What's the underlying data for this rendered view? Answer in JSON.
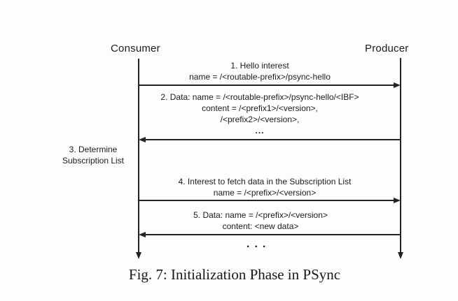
{
  "figure": {
    "actors": [
      {
        "label": "Consumer"
      },
      {
        "label": "Producer"
      }
    ],
    "messages": [
      {
        "num": "1",
        "direction": "consumer-to-producer",
        "lines": [
          "1. Hello interest",
          "name = /<routable-prefix>/psync-hello"
        ]
      },
      {
        "num": "2",
        "direction": "producer-to-consumer",
        "lines": [
          "2. Data: name = /<routable-prefix>/psync-hello/<IBF>",
          "content = /<prefix1>/<version>,",
          "/<prefix2>/<version>,",
          "..."
        ]
      },
      {
        "num": "3",
        "type": "internal-action",
        "lines": [
          "3. Determine Subscription List"
        ],
        "line1": "3. Determine",
        "line2": "Subscription List"
      },
      {
        "num": "4",
        "direction": "consumer-to-producer",
        "lines": [
          "4. Interest to fetch data in the Subscription List",
          "name = /<prefix>/<version>"
        ]
      },
      {
        "num": "5",
        "direction": "producer-to-consumer",
        "lines": [
          "5. Data: name = /<prefix>/<version>",
          "content: <new data>"
        ]
      }
    ],
    "continuation_ellipsis": "...",
    "caption": "Fig. 7: Initialization Phase in PSync"
  },
  "colors": {
    "background": "#fdfdfd",
    "ink": "#1c1c1c"
  }
}
